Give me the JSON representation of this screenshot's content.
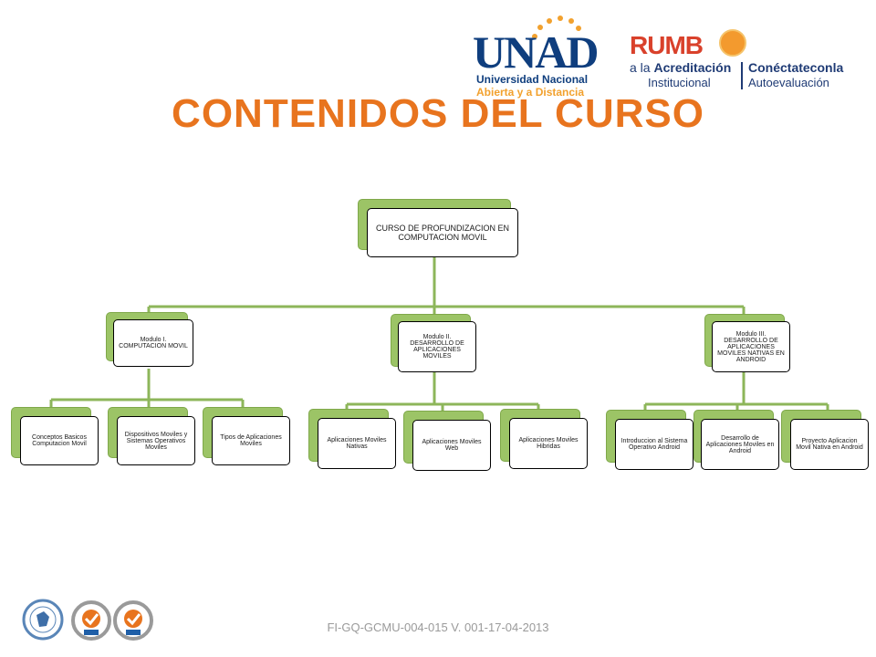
{
  "title": "CONTENIDOS DEL CURSO",
  "logos": {
    "unad": {
      "mark": "UNAD",
      "line1": "Universidad Nacional",
      "line2": "Abierta y a Distancia"
    },
    "rumbo": {
      "word": "RUMB",
      "line1_prefix": "a la ",
      "line1_bold": "Acreditación",
      "line2": "Institucional",
      "right1": "Conéctateconla",
      "right2": "Autoevaluación"
    }
  },
  "colors": {
    "title": "#E8741E",
    "connector": "#8DB65A",
    "node_back": "#9CC466",
    "node_border": "#000000"
  },
  "diagram": {
    "root": "CURSO DE PROFUNDIZACION EN COMPUTACION MOVIL",
    "modules": [
      {
        "label": "Modulo I. COMPUTACION  MOVIL",
        "children": [
          "Conceptos  Basicos Computacion  Movil",
          "Dispositivos Moviles y Sistemas Operativos Moviles",
          "Tipos de Aplicaciones Moviles"
        ]
      },
      {
        "label": "Modulo II. DESARROLLO DE APLICACIONES MOVILES",
        "children": [
          "Aplicaciones  Moviles Nativas",
          "Aplicaciones  Moviles Web",
          "Aplicaciones  Moviles Hibridas"
        ]
      },
      {
        "label": "Modulo III. DESARROLLO DE APLICACIONES MOVILES NATIVAS EN ANDROID",
        "children": [
          "Introduccion  al Sistema Operativo Android",
          "Desarrollo de Aplicaciones  Moviles en Android",
          "Proyecto Aplicacion Movil Nativa en Android"
        ]
      }
    ]
  },
  "footer": {
    "code": "FI-GQ-GCMU-004-015  V. 001-17-04-2013",
    "seals": [
      "colombia-seal-icon",
      "sgs-seal-icon",
      "sgs-seal-icon"
    ]
  }
}
